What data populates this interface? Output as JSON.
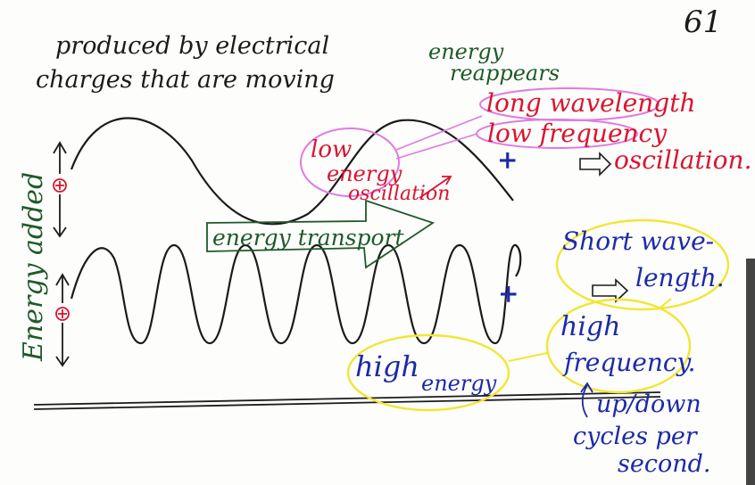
{
  "page_number": "61",
  "intro_line_1": "produced by electrical",
  "intro_line_2": "charges that are moving",
  "energy_reappears_1": "energy",
  "energy_reappears_2": "reappears",
  "side_label": "Energy added",
  "long_wavelength": "long wavelength",
  "low_frequency": "low frequency",
  "low_energy_1": "low",
  "low_energy_2": "energy",
  "low_energy_3": "oscillation",
  "oscillation": "oscillation.",
  "energy_transport": "energy transport",
  "short_wavelength_1": "Short wave-",
  "short_wavelength_2": "length.",
  "high_frequency_1": "high",
  "high_frequency_2": "frequency.",
  "high_energy_1": "high",
  "high_energy_2": "energy",
  "up_down": "up/down",
  "cycles_per_1": "cycles per",
  "cycles_per_2": "second.",
  "plus": "+",
  "colors": {
    "ink_black": "#1b1b1b",
    "ink_green": "#1e5a2a",
    "ink_red": "#d81530",
    "ink_blue": "#1c2aa8",
    "highlight_magenta": "#e07ae0",
    "highlight_yellow": "#f2e633"
  }
}
